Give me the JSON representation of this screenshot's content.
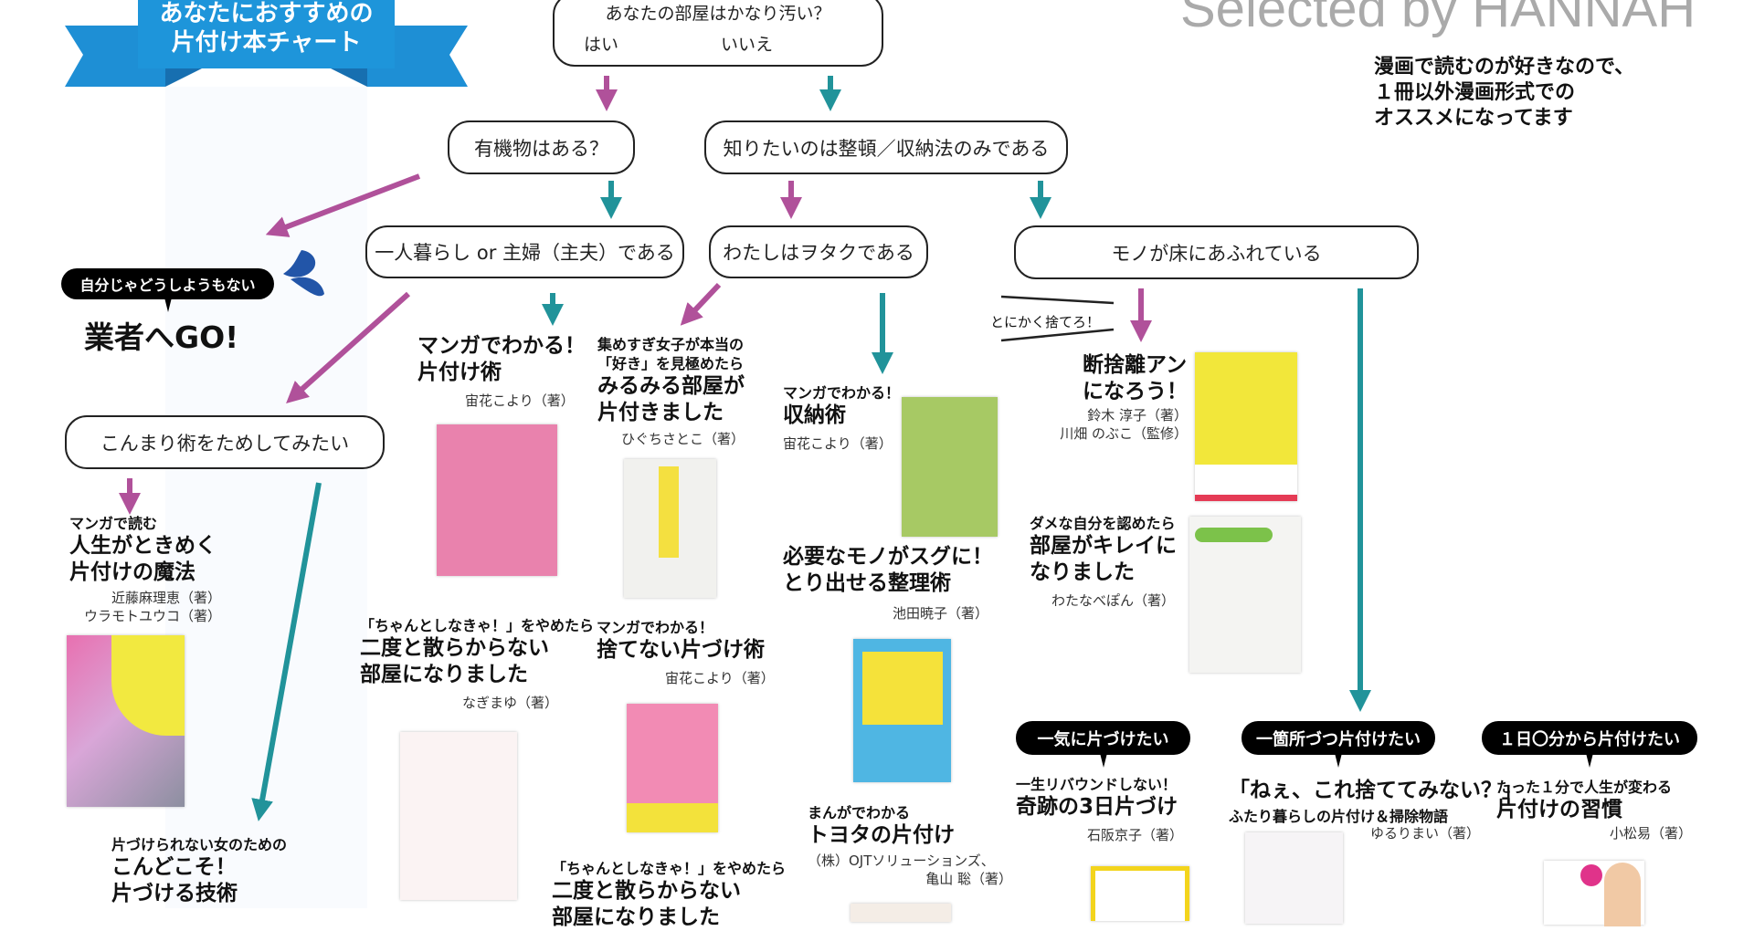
{
  "banner": {
    "line1": "あなたにおすすめの",
    "line2": "片付け本チャート"
  },
  "credit": "Selected by HANNAH",
  "note": [
    "漫画で読むのが好きなので、",
    "１冊以外漫画形式での",
    "オススメになってます"
  ],
  "colors": {
    "yes": "#b0519a",
    "no": "#21939a",
    "banner": "#1e8fd5",
    "drops": "#2255a8"
  },
  "start": {
    "question": "あなたの部屋はかなり汚い？",
    "yes": "はい",
    "no": "いいえ"
  },
  "nodes": {
    "organic": "有機物はある？",
    "storage_only": "知りたいのは整頓／収納法のみである",
    "single": "一人暮らし or 主婦（主夫）である",
    "otaku": "わたしはヲタクである",
    "floor": "モノが床にあふれている",
    "konmari": "こんまり術をためしてみたい"
  },
  "pro": {
    "bubble": "自分じゃどうしようもない",
    "text": "業者へGO!"
  },
  "throw_label": "とにかく捨てろ！",
  "bubbles": [
    "一気に片づけたい",
    "一箇所づつ片付けたい",
    "１日〇分から片付けたい"
  ],
  "books": [
    {
      "sub": "マンガでわかる！",
      "title": [
        "片付け術"
      ],
      "author": [
        "宙花こより（著）"
      ]
    },
    {
      "sub": [
        "集めすぎ女子が本当の",
        "「好き」を見極めたら"
      ],
      "title": [
        "みるみる部屋が",
        "片付きました"
      ],
      "author": [
        "ひぐちさとこ（著）"
      ]
    },
    {
      "sub": "マンガでわかる！",
      "title": [
        "収納術"
      ],
      "author": [
        "宙花こより（著）"
      ]
    },
    {
      "title": [
        "断捨離アン",
        "になろう！"
      ],
      "author": [
        "鈴木 淳子（著）",
        "川畑 のぶこ（監修）"
      ]
    },
    {
      "sub": "ダメな自分を認めたら",
      "title": [
        "部屋がキレイに",
        "なりました"
      ],
      "author": [
        "わたなべぽん（著）"
      ]
    },
    {
      "title": [
        "必要なモノがスグに！",
        "とり出せる整理術"
      ],
      "author": [
        "池田暁子（著）"
      ]
    },
    {
      "sub": "マンガで読む",
      "title": [
        "人生がときめく",
        "片付けの魔法"
      ],
      "author": [
        "近藤麻理恵（著）",
        "ウラモトユウコ（著）"
      ]
    },
    {
      "sub": "「ちゃんとしなきゃ！」をやめたら",
      "title": [
        "二度と散らからない",
        "部屋になりました"
      ],
      "author": [
        "なぎまゆ（著）"
      ]
    },
    {
      "sub": "マンガでわかる！",
      "title": [
        "捨てない片づけ術"
      ],
      "author": [
        "宙花こより（著）"
      ]
    },
    {
      "sub": "片づけられない女のための",
      "title": [
        "こんどこそ！",
        "片づける技術"
      ]
    },
    {
      "sub": "「ちゃんとしなきゃ！」をやめたら",
      "title": [
        "二度と散らからない",
        "部屋になりました"
      ]
    },
    {
      "sub": "まんがでわかる",
      "title": [
        "トヨタの片付け"
      ],
      "author": [
        "（株）OJTソリューションズ、",
        "亀山 聡（著）"
      ]
    },
    {
      "sub": "一生リバウンドしない！",
      "title": [
        "奇跡の3日片づけ"
      ],
      "author": [
        "石阪京子（著）"
      ]
    },
    {
      "sub": "「ねぇ、これ捨ててみない？」",
      "title": [
        "ふたり暮らしの片付け＆掃除物語"
      ],
      "author": [
        "ゆるりまい（著）"
      ]
    },
    {
      "sub": "たった１分で人生が変わる",
      "title": [
        "片付けの習慣"
      ],
      "author": [
        "小松易（著）"
      ]
    }
  ]
}
